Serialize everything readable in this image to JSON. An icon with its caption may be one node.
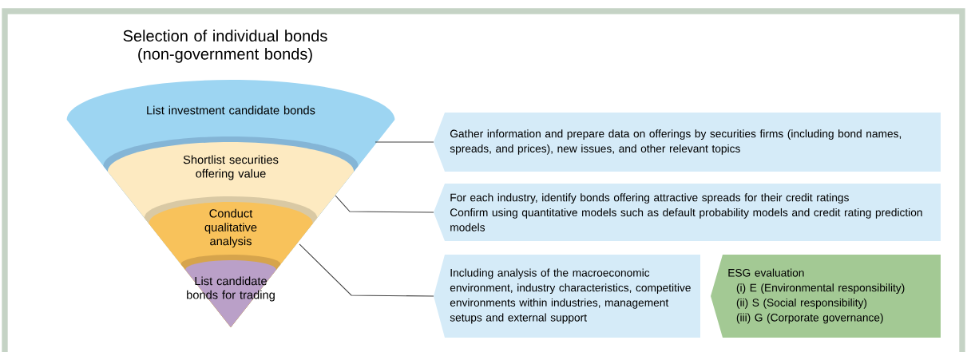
{
  "diagram": {
    "title": "Selection of individual bonds (non-government bonds)",
    "nodes": [
      {
        "text": [
          "List investment candidate bonds"
        ]
      },
      {
        "text": [
          "Shortlist securities offering value"
        ],
        "in": 0
      },
      {
        "text": [
          "Conduct qualitative analysis"
        ],
        "in": 1
      },
      {
        "text": [
          "List candidate bonds for trading"
        ],
        "in": 2
      },
      {
        "text": [
          "Gather information and prepare data on offerings by securities firms (including bond names, spreads, and prices), new issues, and other relevant topics"
        ]
      },
      {
        "text": [
          "For each industry, identify bonds offering attractive spreads for their credit ratings",
          "Confirm using quantitative models such as default probability models and credit rating prediction models"
        ]
      },
      {
        "text": [
          "Including analysis of the macroeconomic environment, industry characteristics, competitive environments within industries, management setups and external support"
        ]
      },
      {
        "text": [
          "ESG evaluation",
          "(i) E (Environmental responsibility)",
          "(ii) S (Social responsibility)",
          "(iii) G (Corporate governance)"
        ]
      }
    ],
    "edges": [
      {
        "from": 0,
        "to": 4,
        "arrow": "none"
      },
      {
        "from": 1,
        "to": 5,
        "arrow": "none"
      },
      {
        "from": 2,
        "to": 6,
        "arrow": "none"
      }
    ]
  }
}
